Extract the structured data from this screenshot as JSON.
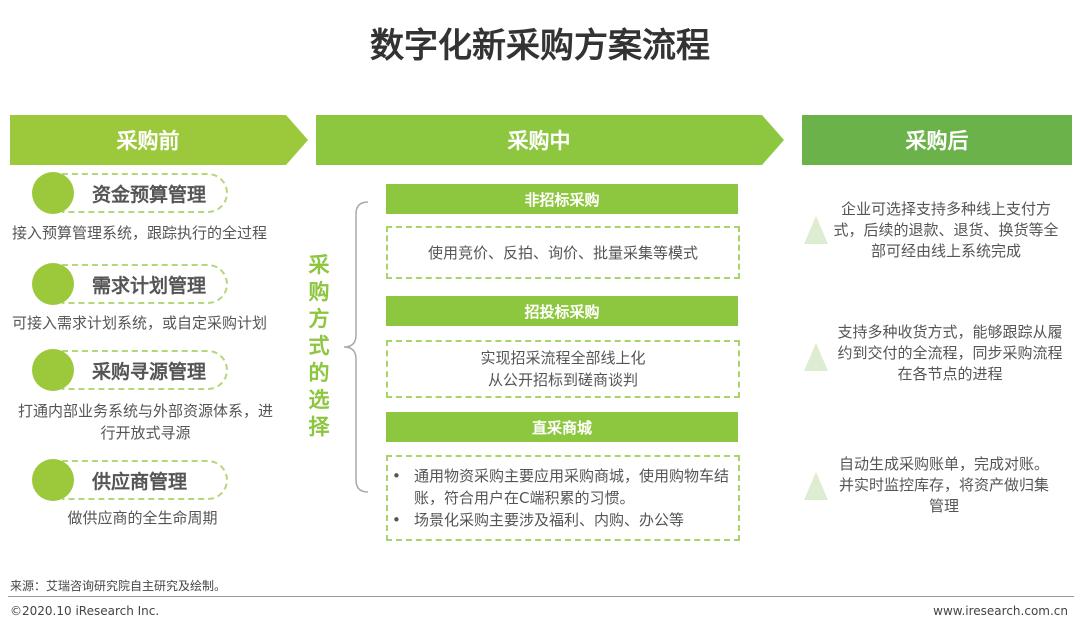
{
  "title": "数字化新采购方案流程",
  "stages": {
    "before": "采购前",
    "during": "采购中",
    "after": "采购后"
  },
  "colors": {
    "before": "#9cc83b",
    "during": "#8dc63f",
    "after": "#6cb24a",
    "triangle": "#dcedd1"
  },
  "before_items": [
    {
      "label": "资金预算管理",
      "desc": "接入预算管理系统，跟踪执行的全过程"
    },
    {
      "label": "需求计划管理",
      "desc": "可接入需求计划系统，或自定采购计划"
    },
    {
      "label": "采购寻源管理",
      "desc": "打通内部业务系统与外部资源体系，进行开放式寻源"
    },
    {
      "label": "供应商管理",
      "desc": "做供应商的全生命周期"
    }
  ],
  "method_label": "采购方式的选择",
  "methods": [
    {
      "title": "非招标采购",
      "lines": [
        "使用竞价、反拍、询价、批量采集等模式"
      ]
    },
    {
      "title": "招投标采购",
      "lines": [
        "实现招采流程全部线上化",
        "从公开招标到磋商谈判"
      ]
    },
    {
      "title": "直采商城",
      "bullets": [
        "通用物资采购主要应用采购商城，使用购物车结账，符合用户在C端积累的习惯。",
        "场景化采购主要涉及福利、内购、办公等"
      ]
    }
  ],
  "after_items": [
    "企业可选择支持多种线上支付方式，后续的退款、退货、换货等全部可经由线上系统完成",
    "支持多种收货方式，能够跟踪从履约到交付的全流程，同步采购流程在各节点的进程",
    "自动生成采购账单，完成对账。并实时监控库存，将资产做归集管理"
  ],
  "footer": {
    "source": "来源：艾瑞咨询研究院自主研究及绘制。",
    "copyright": "©2020.10 iResearch Inc.",
    "url": "www.iresearch.com.cn"
  }
}
